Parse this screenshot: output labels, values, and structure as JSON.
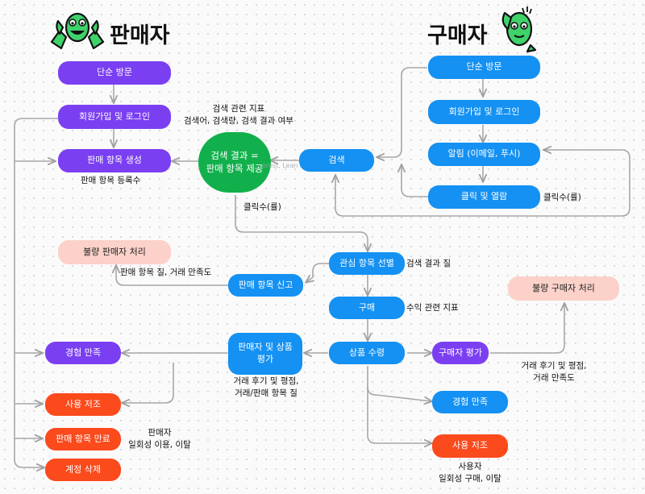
{
  "titles": {
    "seller": "판매자",
    "buyer": "구매자"
  },
  "nodes": {
    "s_visit": "단순 방문",
    "s_signup": "회원가입 및 로그인",
    "s_create": "판매 항목 생성",
    "s_bad": "불량 판매자 처리",
    "s_report": "판매 항목 신고",
    "s_exp": "경험 만족",
    "s_review": "판매자 및 상품\n평가",
    "s_aid": "사용 저조",
    "s_expire": "판매 항목 만료",
    "s_delete": "계정 삭제",
    "search_result": "검색 결과 =\n판매 항목 제공",
    "search": "검색",
    "b_visit": "단순 방문",
    "b_signup": "회원가입 및 로그인",
    "b_notify": "알림 (이메일, 푸시)",
    "b_click": "클릭 및 열람",
    "b_interest": "관심 항목 선별",
    "b_buy": "구매",
    "b_receive": "상품 수령",
    "b_rate": "구매자 평가",
    "b_bad": "불량 구매자 처리",
    "b_exp": "경험 만족",
    "b_aid": "사용 저조"
  },
  "labels": {
    "search_metric": "검색 관련 지표\n검색어, 검색량, 검색 결과 여부",
    "create_count": "판매 항목 등록수",
    "click_rate1": "클릭수(률)",
    "click_rate2": "클릭수(률)",
    "search_quality": "검색 결과 질",
    "quality_satisfaction": "판매 항목 질, 거래 만족도",
    "revenue_metric": "수익 관련 지표",
    "review_metric": "거래 후기 및 평점,\n거래/판매 항목 질",
    "review_metric2": "거래 후기 및 평점,\n거래 만족도",
    "seller_churn": "판매자\n일회성 이용, 이탈",
    "buyer_churn": "사용자\n일회성 구매, 이탈"
  },
  "ghost_text": "erest, Lean Analytics"
}
